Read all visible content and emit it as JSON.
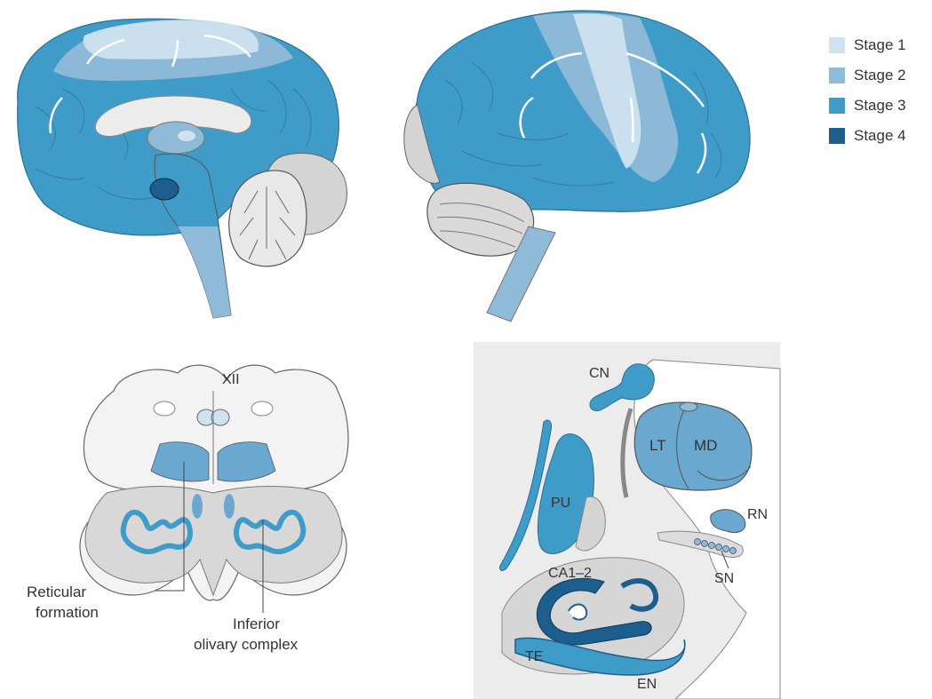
{
  "legend": {
    "items": [
      {
        "label": "Stage 1",
        "color": "#cfe2f0"
      },
      {
        "label": "Stage 2",
        "color": "#8fbad8"
      },
      {
        "label": "Stage 3",
        "color": "#3f9cc9"
      },
      {
        "label": "Stage 4",
        "color": "#1c5f8e"
      }
    ]
  },
  "medulla": {
    "top_label": "XII",
    "reticular_line1": "Reticular",
    "reticular_line2": "formation",
    "inferior_line1": "Inferior",
    "inferior_line2": "olivary complex"
  },
  "coronal": {
    "cn": "CN",
    "lt": "LT",
    "md": "MD",
    "pu": "PU",
    "rn": "RN",
    "sn": "SN",
    "ca": "CA1–2",
    "te": "TE",
    "en": "EN"
  }
}
